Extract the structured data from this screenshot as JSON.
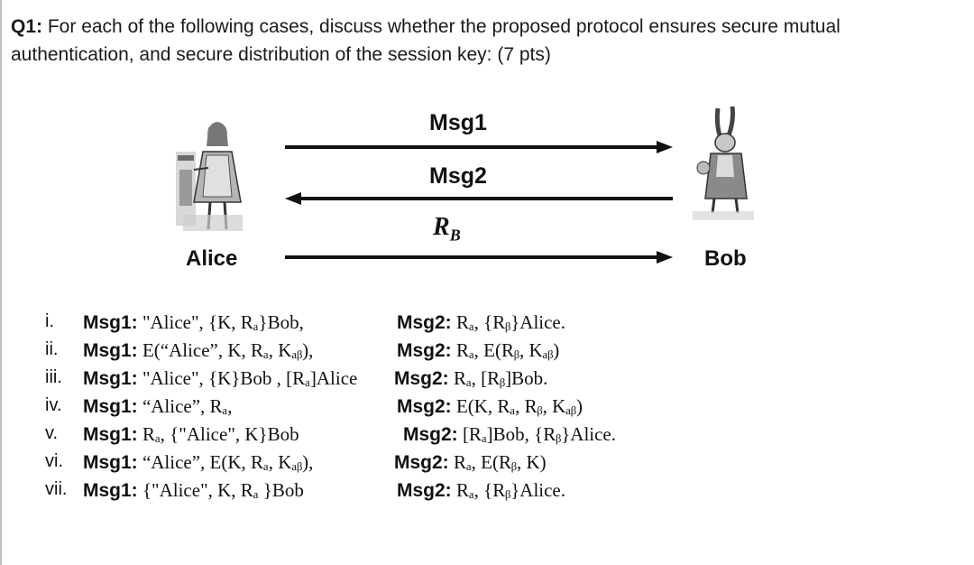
{
  "question": {
    "number": "Q1:",
    "text": "For each of the following cases, discuss whether the proposed protocol ensures secure mutual authentication, and secure distribution of the session key: (7 pts)"
  },
  "diagram": {
    "msg1_label": "Msg1",
    "msg2_label": "Msg2",
    "rb_main": "R",
    "rb_sub": "B",
    "alice_name": "Alice",
    "bob_name": "Bob",
    "alice_image": "alice-illustration",
    "bob_image": "white-rabbit-illustration"
  },
  "cases": [
    {
      "num": "i.",
      "msg1_kw": "Msg1:",
      "msg1": "\"Alice\", {K, Rₐ}Bob,",
      "msg2_kw": "Msg2:",
      "msg2": "Rₐ, {Rᵦ}Alice."
    },
    {
      "num": "ii.",
      "msg1_kw": "Msg1:",
      "msg1": "E(“Alice”, K, Rₐ, Kₐᵦ),",
      "msg2_kw": "Msg2:",
      "msg2": "Rₐ, E(Rᵦ, Kₐᵦ)"
    },
    {
      "num": "iii.",
      "msg1_kw": "Msg1:",
      "msg1": "\"Alice\", {K}Bob , [Rₐ]Alice",
      "msg2_kw": "Msg2:",
      "msg2": "Rₐ, [Rᵦ]Bob."
    },
    {
      "num": "iv.",
      "msg1_kw": "Msg1:",
      "msg1": "“Alice”, Rₐ,",
      "msg2_kw": "Msg2:",
      "msg2": "E(K, Rₐ, Rᵦ, Kₐᵦ)"
    },
    {
      "num": "v.",
      "msg1_kw": "Msg1:",
      "msg1": "Rₐ, {\"Alice\", K}Bob",
      "msg2_kw": "Msg2:",
      "msg2": "[Rₐ]Bob, {Rᵦ}Alice."
    },
    {
      "num": "vi.",
      "msg1_kw": "Msg1:",
      "msg1": "“Alice”, E(K, Rₐ, Kₐᵦ),",
      "msg2_kw": "Msg2:",
      "msg2": "Rₐ, E(Rᵦ, K)"
    },
    {
      "num": "vii.",
      "msg1_kw": "Msg1:",
      "msg1": "{\"Alice\", K, Rₐ }Bob",
      "msg2_kw": "Msg2:",
      "msg2": "Rₐ, {Rᵦ}Alice."
    }
  ]
}
